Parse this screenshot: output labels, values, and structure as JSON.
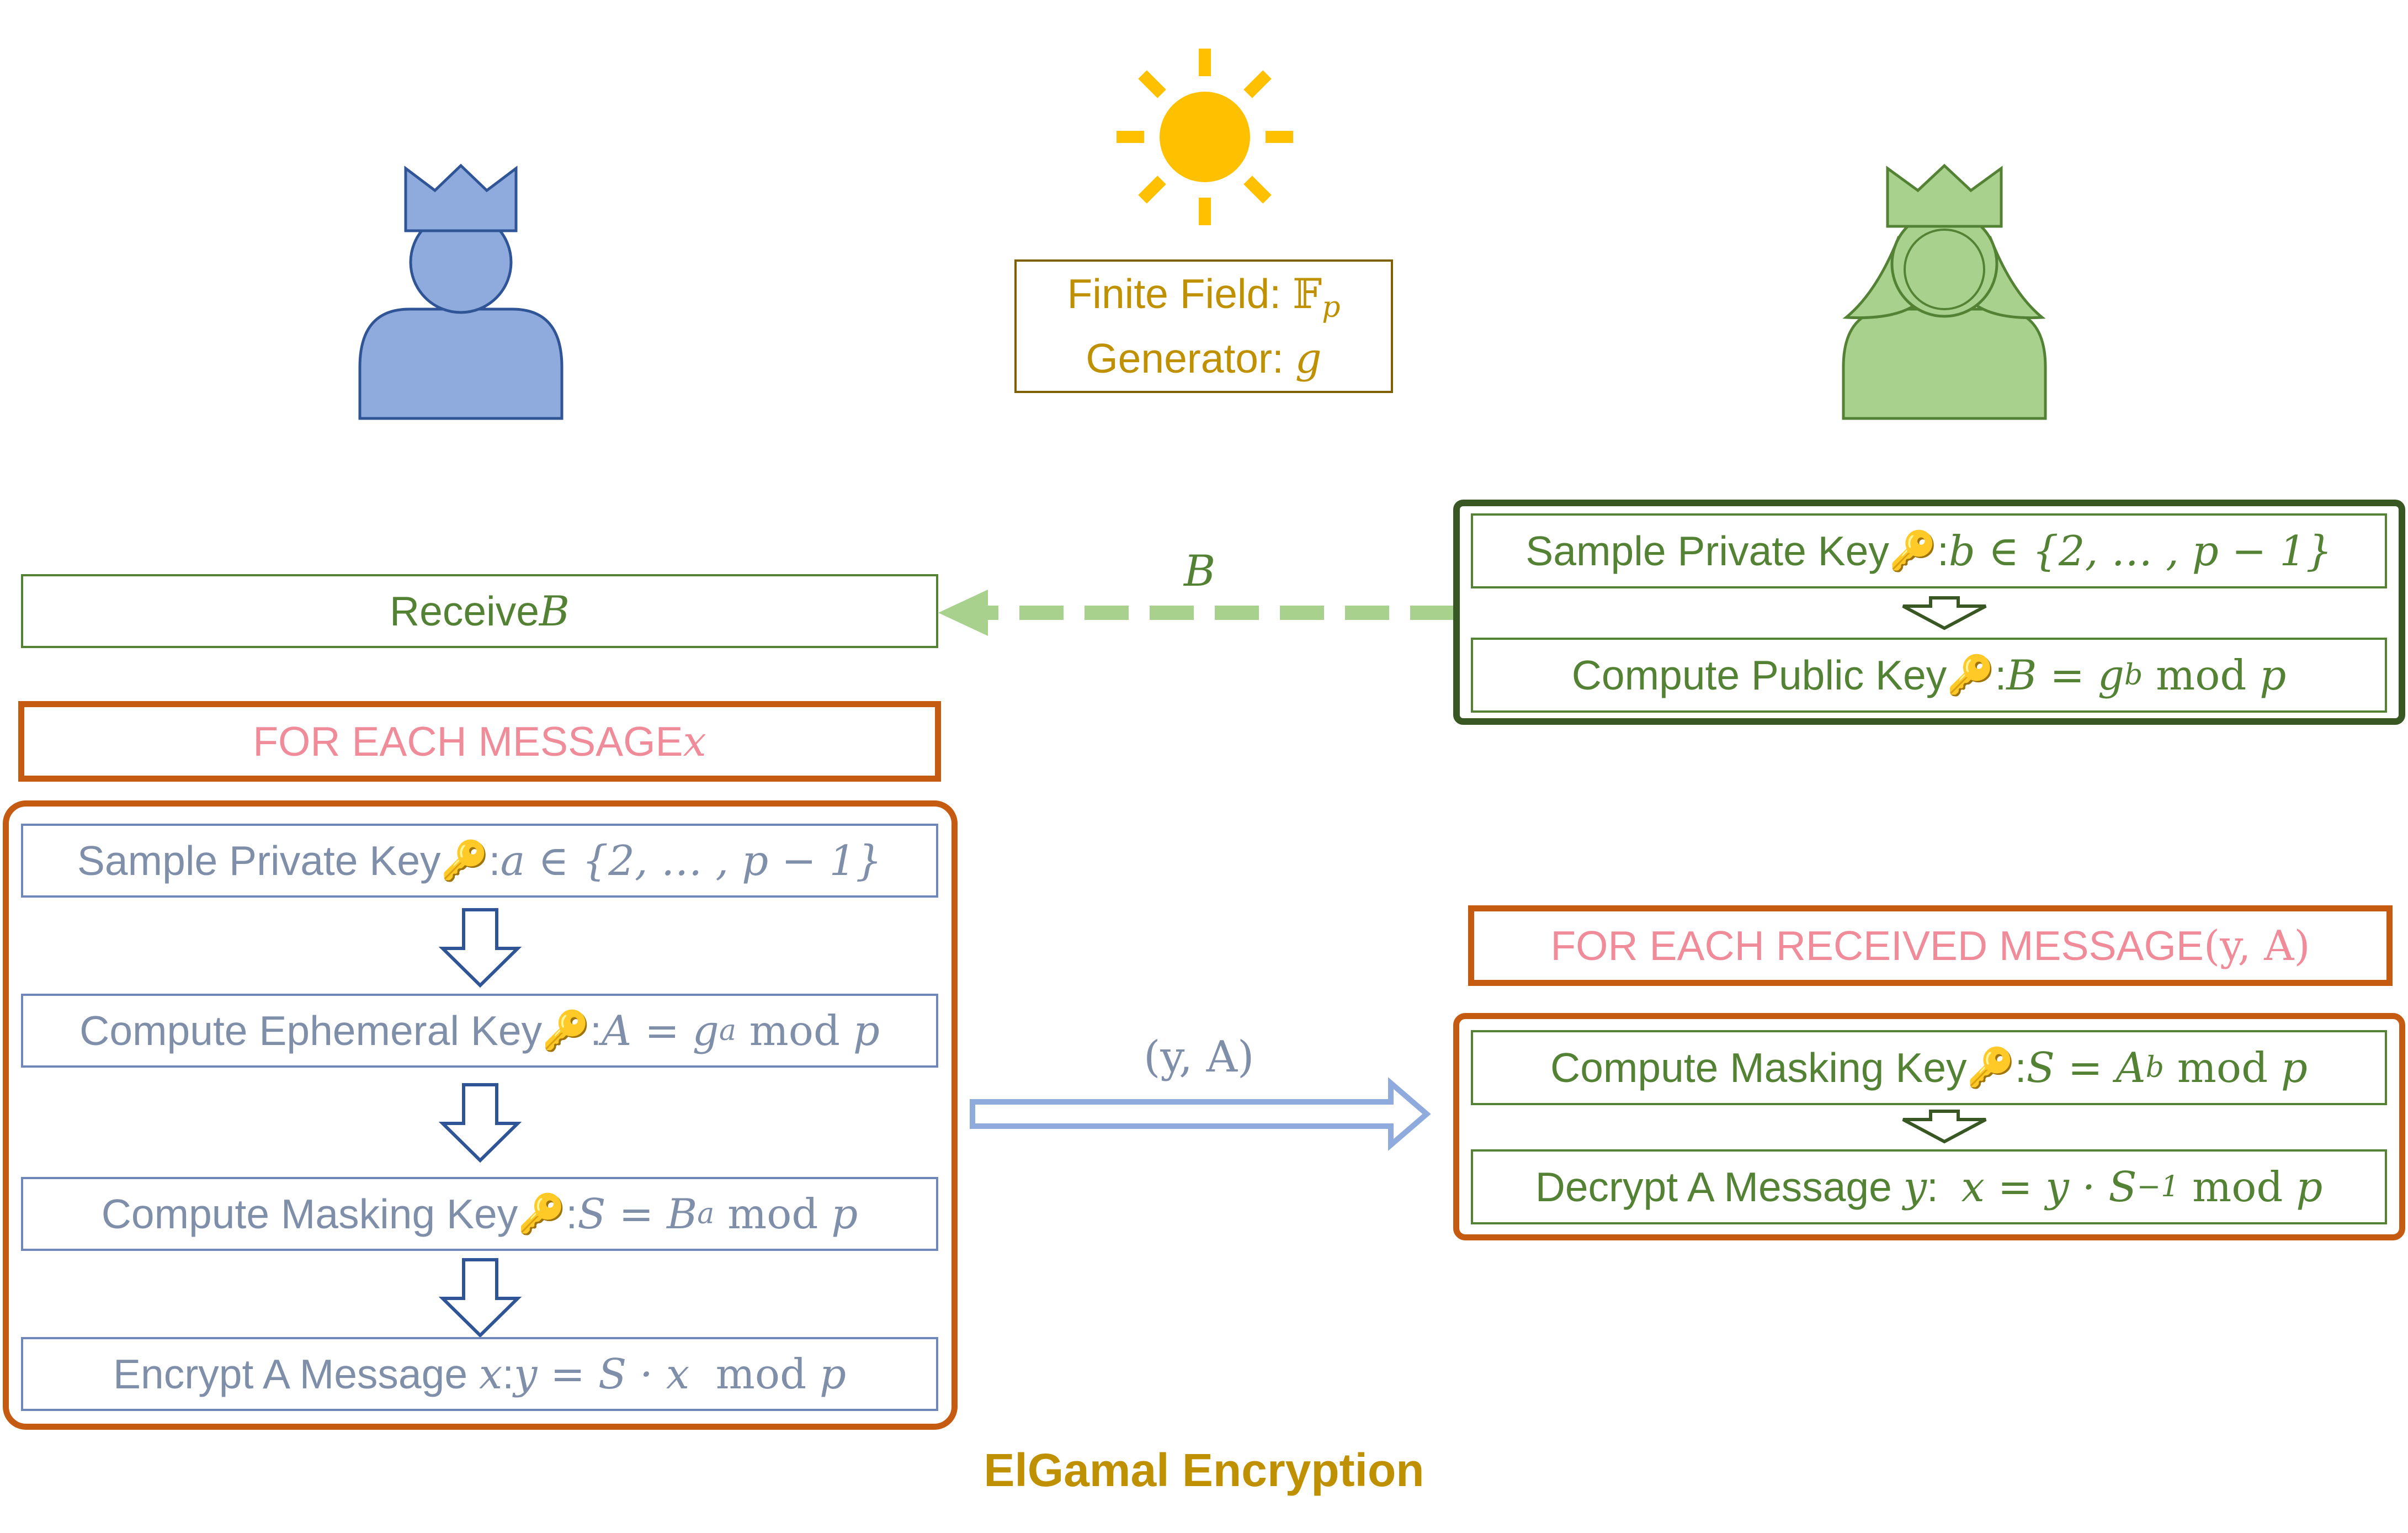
{
  "title": "ElGamal Encryption",
  "params": {
    "field_label": "Finite Field: ",
    "field_math": "𝔽",
    "field_sub": "p",
    "generator_label": "Generator: ",
    "generator_math": "g"
  },
  "channel": {
    "public_key_label": "B",
    "message_label": "(y, A)"
  },
  "sender": {
    "receive": {
      "text": "Receive ",
      "math": "B"
    },
    "loop": {
      "text": "FOR EACH MESSAGE ",
      "math": "x"
    },
    "steps": [
      {
        "text": "Sample Private Key",
        "math": "a ∈ {2, … , p − 1}"
      },
      {
        "text": "Compute Ephemeral Key",
        "math_pre": "A = g",
        "sup": "a",
        "post": " mod ",
        "post_math": "p"
      },
      {
        "text": "Compute Masking Key",
        "math_pre": "S = B",
        "sup": "a",
        "post": " mod ",
        "post_math": "p"
      },
      {
        "text": "Encrypt A Message ",
        "var": "x",
        "math": "y = S · x",
        "post": "  mod ",
        "post_math": "p"
      }
    ]
  },
  "receiver": {
    "keygen": [
      {
        "text": "Sample Private Key",
        "math": "b ∈ {2, … , p − 1}"
      },
      {
        "text": "Compute Public Key",
        "math_pre": "B = g",
        "sup": "b",
        "post": " mod ",
        "post_math": "p"
      }
    ],
    "loop": {
      "text": "FOR EACH RECEIVED MESSAGE ",
      "math": "(y, A)"
    },
    "steps": [
      {
        "text": "Compute Masking Key",
        "math_pre": "S = A",
        "sup": "b",
        "post": " mod ",
        "post_math": "p"
      },
      {
        "text": "Decrypt A Message ",
        "var": "y",
        "math_pre": "x = y · S",
        "sup": "−1",
        "post": " mod ",
        "post_math": "p"
      }
    ]
  },
  "icons": {
    "sun": "sun-icon",
    "key": "🔑",
    "sender_avatar": "king-avatar-icon",
    "receiver_avatar": "queen-avatar-icon"
  },
  "colors": {
    "sender": "#8faadc",
    "receiver": "#a9d18e",
    "loop_frame": "#c55a11",
    "keygen_frame": "#385723",
    "sun": "#ffc000",
    "params_text": "#bf9000"
  }
}
